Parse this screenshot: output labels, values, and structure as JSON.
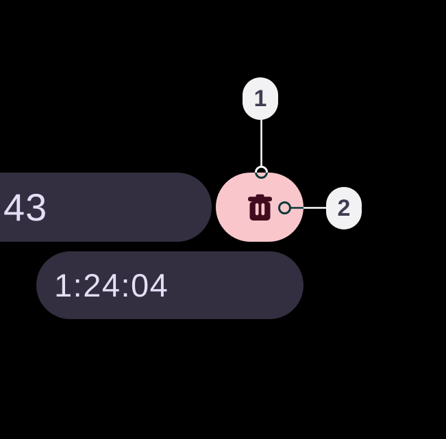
{
  "stopwatch": {
    "lap_chip": {
      "value": "43"
    },
    "time_chip": {
      "value": "1:24:04"
    },
    "delete_button": {
      "icon": "trash-icon"
    }
  },
  "annotation": {
    "callouts": [
      {
        "label": "1"
      },
      {
        "label": "2"
      }
    ]
  },
  "colors": {
    "background": "#000000",
    "chip_bg": "#332F40",
    "chip_text": "#E7DDF6",
    "delete_bg": "#F9C6CB",
    "delete_icon": "#420C1F",
    "badge_bg": "#F2F1F3",
    "badge_text": "#3E3D51",
    "connector": "#FFFFFF"
  }
}
